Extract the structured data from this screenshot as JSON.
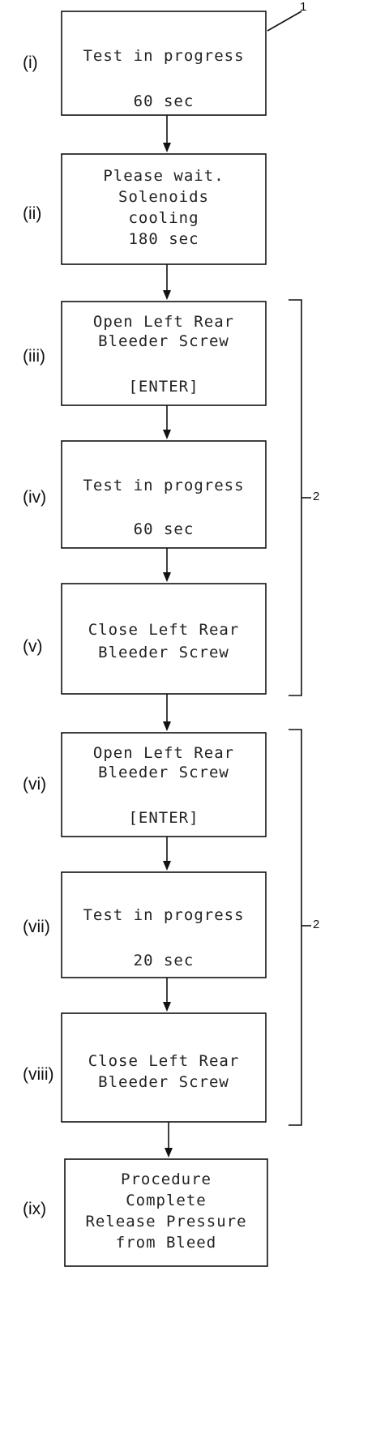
{
  "reference_labels": {
    "display_ref": "1",
    "group_ref_a": "2",
    "group_ref_b": "2"
  },
  "steps": [
    {
      "label": "(i)",
      "lines": [
        "",
        "Test in progress",
        "",
        "60 sec"
      ]
    },
    {
      "label": "(ii)",
      "lines": [
        "Please wait.",
        "Solenoids",
        "cooling",
        "180 sec"
      ]
    },
    {
      "label": "(iii)",
      "lines": [
        "Open Left Rear",
        "Bleeder Screw",
        "",
        "[ENTER]"
      ]
    },
    {
      "label": "(iv)",
      "lines": [
        "",
        "Test in progress",
        "",
        "60 sec"
      ]
    },
    {
      "label": "(v)",
      "lines": [
        "",
        "Close Left Rear",
        "Bleeder Screw",
        ""
      ]
    },
    {
      "label": "(vi)",
      "lines": [
        "Open Left Rear",
        "Bleeder Screw",
        "",
        "[ENTER]"
      ]
    },
    {
      "label": "(vii)",
      "lines": [
        "",
        "Test in progress",
        "",
        "20 sec"
      ]
    },
    {
      "label": "(viii)",
      "lines": [
        "",
        "Close Left Rear",
        "Bleeder Screw",
        ""
      ]
    },
    {
      "label": "(ix)",
      "lines": [
        "Procedure",
        "Complete",
        "Release Pressure",
        "from Bleed"
      ]
    }
  ]
}
